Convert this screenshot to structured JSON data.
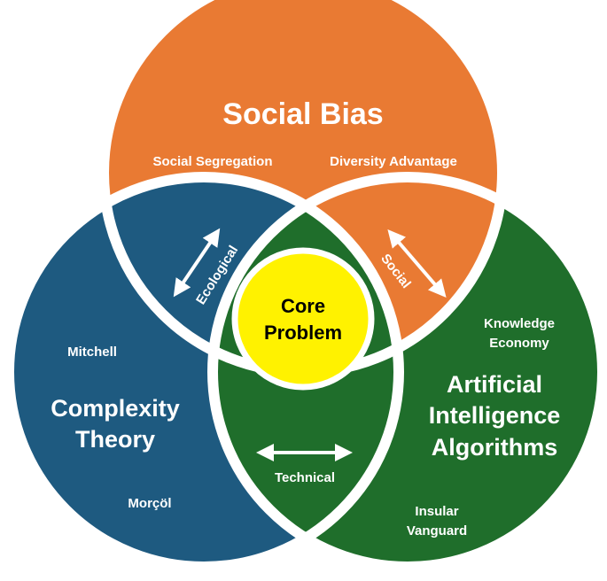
{
  "circles": {
    "top": {
      "title": "Social Bias",
      "items": [
        "Social Segregation",
        "Diversity Advantage"
      ],
      "color": "#E97A33"
    },
    "left": {
      "title_lines": [
        "Complexity",
        "Theory"
      ],
      "items": [
        "Mitchell",
        "Morçöl"
      ],
      "color": "#1E5A80"
    },
    "right": {
      "title_lines": [
        "Artificial",
        "Intelligence",
        "Algorithms"
      ],
      "items_a": [
        "Knowledge",
        "Economy"
      ],
      "items_b": [
        "Insular",
        "Vanguard"
      ],
      "color": "#1F6E2B"
    }
  },
  "overlaps": {
    "top_left": "Ecological",
    "top_right": "Social",
    "left_right": "Technical"
  },
  "core": {
    "lines": [
      "Core",
      "Problem"
    ],
    "color": "#FFF200"
  },
  "separator_color": "#ffffff"
}
